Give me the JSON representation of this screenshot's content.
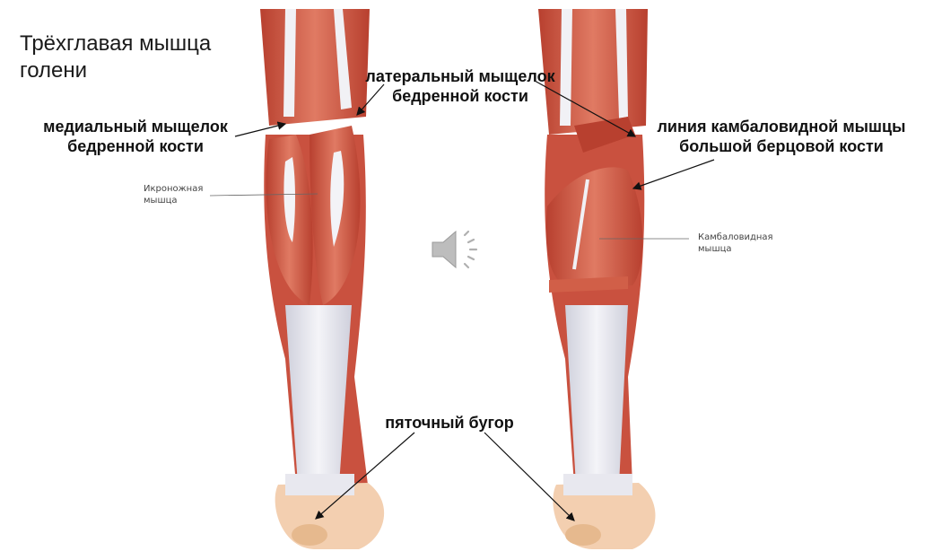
{
  "title": "Трёхглавая мышца голени",
  "labels": {
    "medial_condyle": [
      "медиальный мыщелок",
      "бедренной кости"
    ],
    "lateral_condyle": [
      "латеральный мыщелок",
      "бедренной кости"
    ],
    "soleal_line": [
      "линия камбаловидной мышцы",
      "большой берцовой кости"
    ],
    "calcaneal_tuber": "пяточный бугор",
    "gastrocnemius": [
      "Икроножная",
      "мышца"
    ],
    "soleus": [
      "Камбаловидная",
      "мышца"
    ]
  },
  "colors": {
    "muscle": "#c9513f",
    "muscle_light": "#e07a63",
    "tendon": "#e8e8ef",
    "skin": "#f3cfb0",
    "arrow": "#111111"
  },
  "icons": {
    "speaker": "speaker-icon"
  }
}
